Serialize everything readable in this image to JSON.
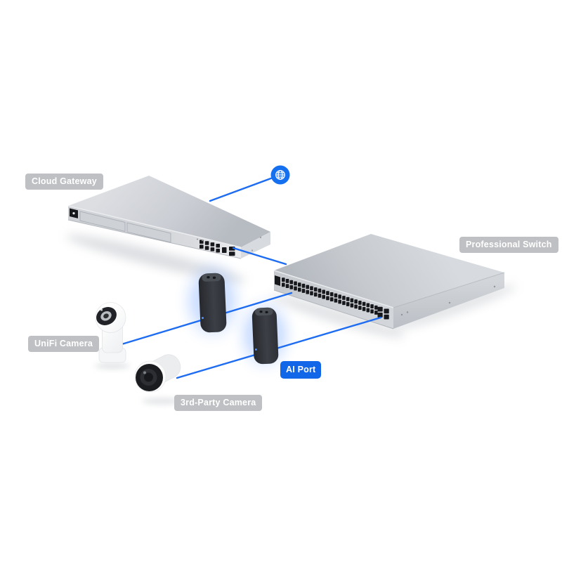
{
  "canvas": {
    "background": "#ffffff"
  },
  "colors": {
    "line_blue": "#1d6cf2",
    "badge_blue": "#1266e8",
    "badge_gray": "#bfc0c3",
    "glow_blue": "#6da0ff",
    "device_gray": "#c9ccd2",
    "ai_port_body": "#33363c",
    "label_text": "#ffffff"
  },
  "labels": {
    "cloud_gateway": "Cloud Gateway",
    "professional_switch": "Professional Switch",
    "unifi_camera": "UniFi Camera",
    "third_party_camera": "3rd-Party Camera",
    "ai_port": "AI Port"
  },
  "icons": {
    "internet": "globe-icon"
  },
  "topology": {
    "nodes": [
      "internet",
      "cloud-gateway",
      "professional-switch",
      "ai-port-1",
      "ai-port-2",
      "unifi-camera",
      "third-party-camera"
    ],
    "connections": [
      {
        "from": "internet",
        "to": "cloud-gateway"
      },
      {
        "from": "cloud-gateway",
        "to": "professional-switch"
      },
      {
        "from": "professional-switch",
        "to": "unifi-camera",
        "via": "ai-port-1"
      },
      {
        "from": "professional-switch",
        "to": "third-party-camera",
        "via": "ai-port-2"
      }
    ]
  }
}
